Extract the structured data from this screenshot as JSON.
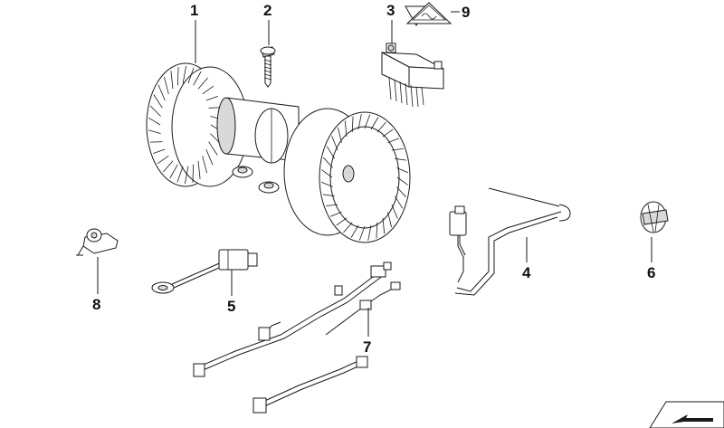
{
  "diagram": {
    "callouts": [
      {
        "id": "1",
        "label": "1"
      },
      {
        "id": "2",
        "label": "2"
      },
      {
        "id": "3",
        "label": "3"
      },
      {
        "id": "9",
        "label": "9"
      },
      {
        "id": "4",
        "label": "4"
      },
      {
        "id": "5",
        "label": "5"
      },
      {
        "id": "6",
        "label": "6"
      },
      {
        "id": "7",
        "label": "7"
      },
      {
        "id": "8",
        "label": "8"
      }
    ],
    "colors": {
      "line": "#1a1a1a",
      "background": "#ffffff",
      "shade": "#d9d9d9"
    }
  }
}
